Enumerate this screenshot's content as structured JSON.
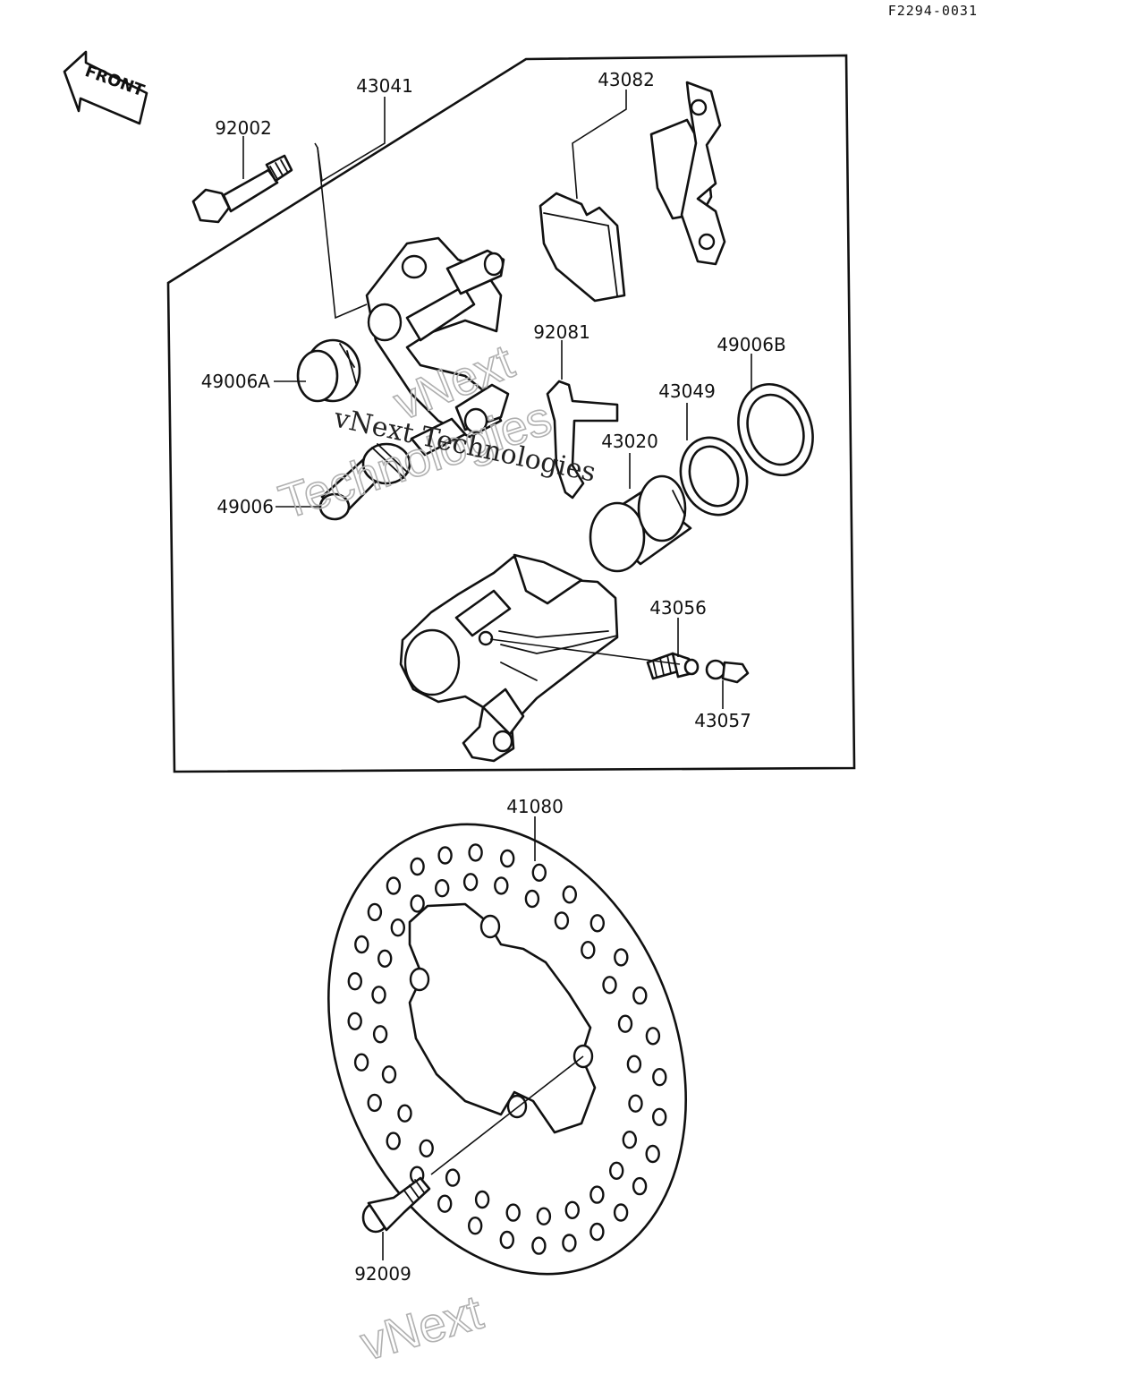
{
  "drawing_code": "F2294-0031",
  "front_arrow_label": "FRONT",
  "watermark": {
    "line1": "vNext Technologies",
    "outline1": "vNext",
    "outline2": "Technologies",
    "outline3": "vNext"
  },
  "parts": [
    {
      "id": "43041"
    },
    {
      "id": "43082"
    },
    {
      "id": "92002"
    },
    {
      "id": "92081"
    },
    {
      "id": "49006B"
    },
    {
      "id": "49006A"
    },
    {
      "id": "43049"
    },
    {
      "id": "43020"
    },
    {
      "id": "49006"
    },
    {
      "id": "43056"
    },
    {
      "id": "43057"
    },
    {
      "id": "41080"
    },
    {
      "id": "92009"
    }
  ]
}
